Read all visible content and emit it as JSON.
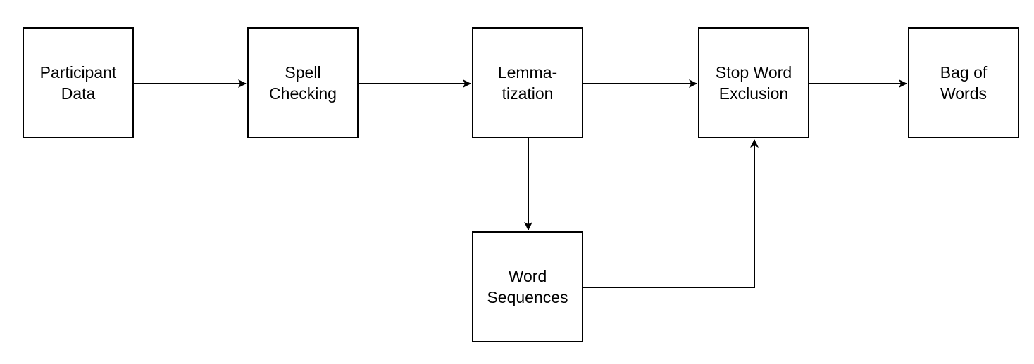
{
  "colors": {
    "stroke": "#000000",
    "fill": "#ffffff",
    "text": "#000000"
  },
  "nodes": {
    "participant": {
      "line1": "Participant",
      "line2": "Data"
    },
    "spell": {
      "line1": "Spell",
      "line2": "Checking"
    },
    "lemma": {
      "line1": "Lemma-",
      "line2": "tization"
    },
    "stopword": {
      "line1": "Stop Word",
      "line2": "Exclusion"
    },
    "bag": {
      "line1": "Bag of",
      "line2": "Words"
    },
    "sequences": {
      "line1": "Word",
      "line2": "Sequences"
    }
  },
  "edges": [
    {
      "from": "Participant Data",
      "to": "Spell Checking"
    },
    {
      "from": "Spell Checking",
      "to": "Lemmatization"
    },
    {
      "from": "Lemmatization",
      "to": "Stop Word Exclusion"
    },
    {
      "from": "Stop Word Exclusion",
      "to": "Bag of Words"
    },
    {
      "from": "Lemmatization",
      "to": "Word Sequences"
    },
    {
      "from": "Word Sequences",
      "to": "Stop Word Exclusion"
    }
  ]
}
